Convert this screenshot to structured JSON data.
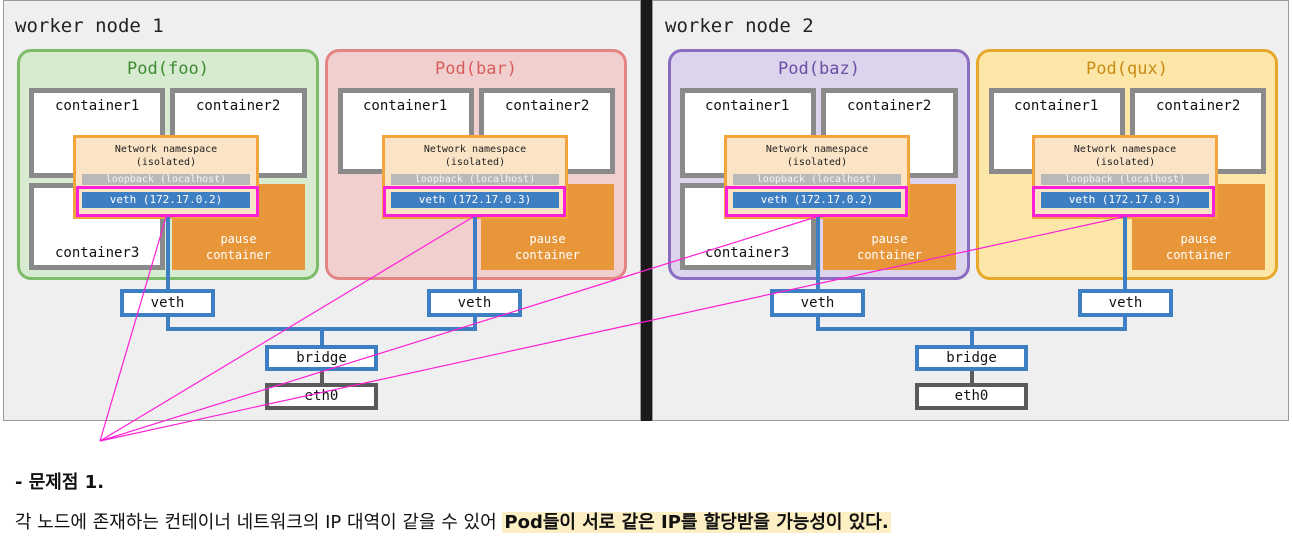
{
  "nodes": [
    {
      "title": "worker node 1",
      "bridge_label": "bridge",
      "eth_label": "eth0",
      "pods": [
        {
          "title": "Pod(foo)",
          "containers": [
            "container1",
            "container2",
            "container3"
          ],
          "namespace": "Network namespace\n(isolated)",
          "loopback": "loopback (localhost)",
          "veth_ip": "veth (172.17.0.2)",
          "pause": "pause\ncontainer",
          "outer_veth": "veth",
          "colors": {
            "fill": "#d7ebd0",
            "border": "#7cbc6a",
            "title": "#3f8a33"
          }
        },
        {
          "title": "Pod(bar)",
          "containers": [
            "container1",
            "container2"
          ],
          "namespace": "Network namespace\n(isolated)",
          "loopback": "loopback (localhost)",
          "veth_ip": "veth (172.17.0.3)",
          "pause": "pause\ncontainer",
          "outer_veth": "veth",
          "colors": {
            "fill": "#f2cfcf",
            "border": "#e48585",
            "title": "#d95c5c"
          }
        }
      ]
    },
    {
      "title": "worker node 2",
      "bridge_label": "bridge",
      "eth_label": "eth0",
      "pods": [
        {
          "title": "Pod(baz)",
          "containers": [
            "container1",
            "container2",
            "container3"
          ],
          "namespace": "Network namespace\n(isolated)",
          "loopback": "loopback (localhost)",
          "veth_ip": "veth (172.17.0.2)",
          "pause": "pause\ncontainer",
          "outer_veth": "veth",
          "colors": {
            "fill": "#dcd3ec",
            "border": "#8a6cc0",
            "title": "#6b4ea5"
          }
        },
        {
          "title": "Pod(qux)",
          "containers": [
            "container1",
            "container2"
          ],
          "namespace": "Network namespace\n(isolated)",
          "loopback": "loopback (localhost)",
          "veth_ip": "veth (172.17.0.3)",
          "pause": "pause\ncontainer",
          "outer_veth": "veth",
          "colors": {
            "fill": "#fde7a8",
            "border": "#e6a929",
            "title": "#c98c12"
          }
        }
      ]
    }
  ],
  "problem": {
    "title": "- 문제점 1.",
    "text_plain": "각 노드에 존재하는 컨테이너 네트워크의 IP 대역이 같을 수 있어 ",
    "text_highlight": "Pod들이 서로 같은 IP를 할당받을 가능성이 있다."
  },
  "colors": {
    "highlight_box": "#ff1fd6",
    "veth_blue": "#3e7fc4",
    "pause_orange": "#e8963a",
    "problem_highlight": "#fdefc4"
  }
}
